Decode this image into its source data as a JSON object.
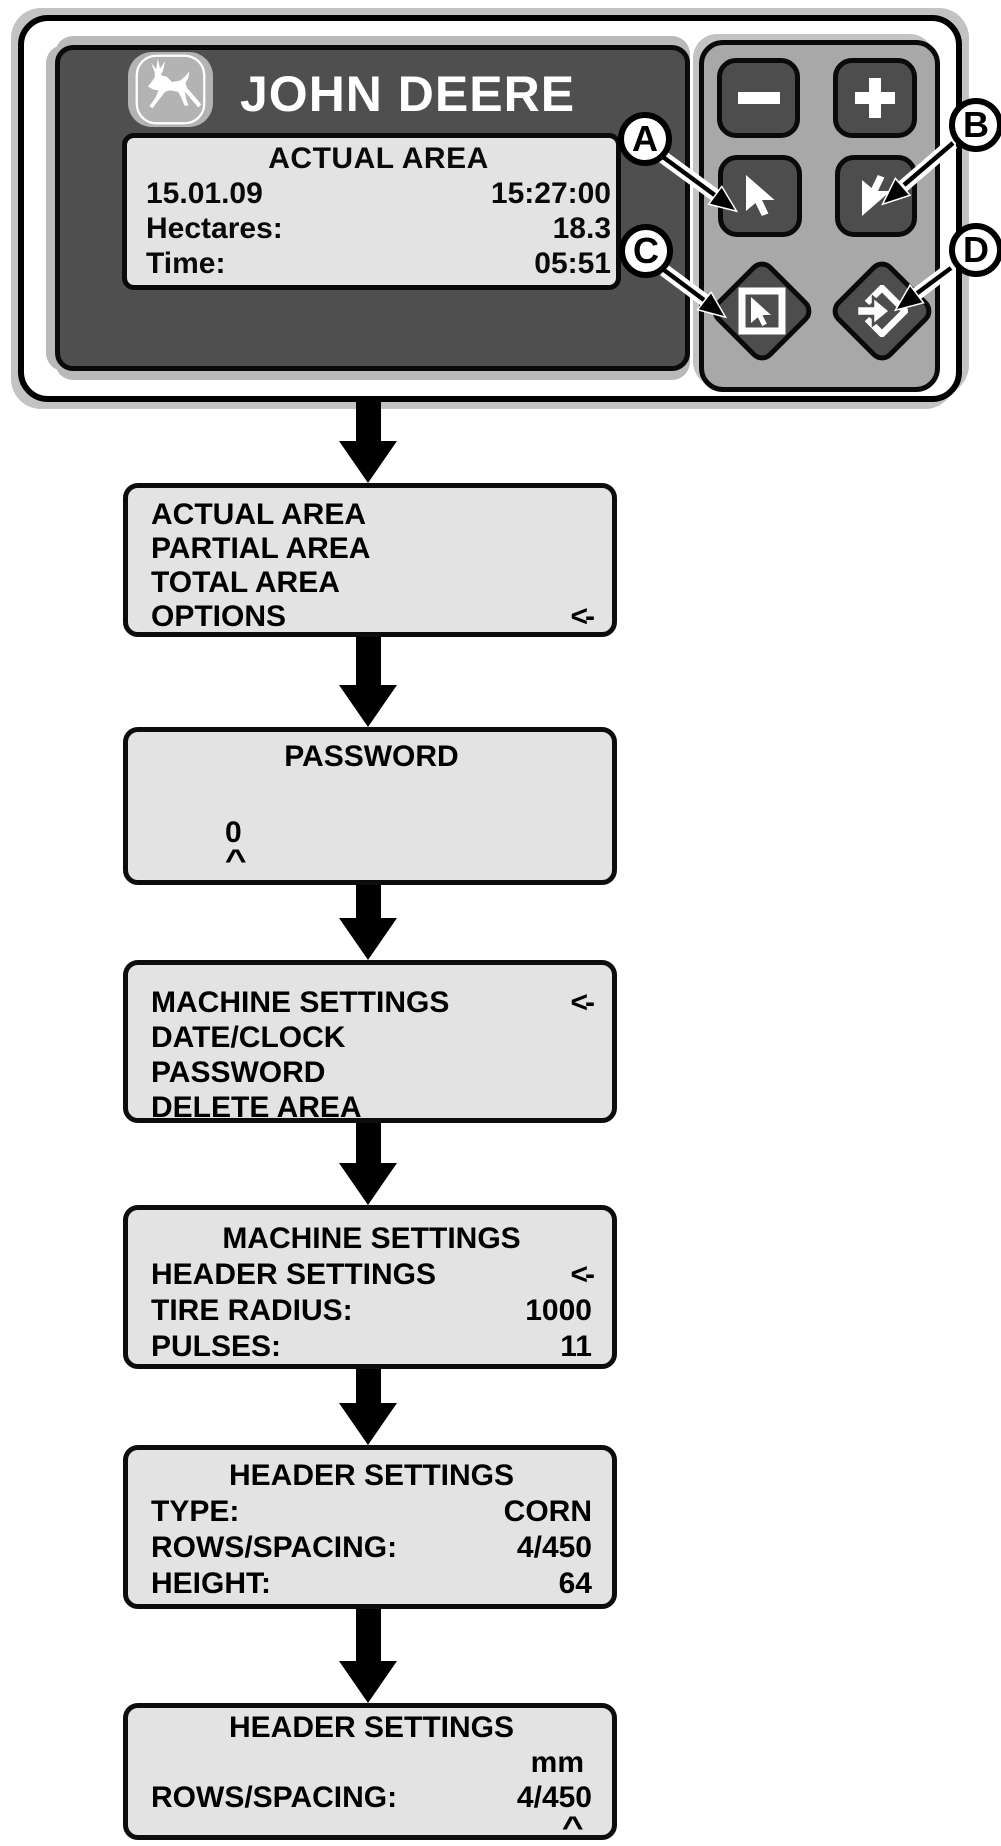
{
  "device": {
    "brand": "JOHN DEERE",
    "logo_icon": "john-deere-leaping-deer",
    "lcd": {
      "title": "ACTUAL AREA",
      "rows": [
        {
          "left": "15.01.09",
          "right": "15:27:00"
        },
        {
          "left": "Hectares:",
          "right": "18.3"
        },
        {
          "left": "Time:",
          "right": "05:51"
        }
      ]
    },
    "keys": {
      "minus_icon": "minus",
      "plus_icon": "plus",
      "up_icon": "cursor-arrow-up-left",
      "down_icon": "cursor-arrow-down-left",
      "select_icon": "cursor-in-box",
      "enter_icon": "arrow-into-box"
    },
    "callouts": {
      "a": "A",
      "b": "B",
      "c": "C",
      "d": "D"
    }
  },
  "colors": {
    "panel_dark": "#4f4f4f",
    "panel_light": "#a8a8a8",
    "lcd_bg": "#e3e3e3",
    "bezel": "#ffffff",
    "text": "#000000",
    "glyph": "#ffffff"
  },
  "screens": {
    "menu": {
      "lines": [
        {
          "left": "ACTUAL AREA",
          "right": ""
        },
        {
          "left": "PARTIAL AREA",
          "right": ""
        },
        {
          "left": "TOTAL AREA",
          "right": ""
        },
        {
          "left": "OPTIONS",
          "right": "<-"
        }
      ]
    },
    "password": {
      "title": "PASSWORD",
      "value": "0",
      "cursor": "^"
    },
    "options": {
      "lines": [
        {
          "left": "MACHINE SETTINGS",
          "right": "<-"
        },
        {
          "left": "DATE/CLOCK",
          "right": ""
        },
        {
          "left": "PASSWORD",
          "right": ""
        },
        {
          "left": "DELETE AREA",
          "right": ""
        }
      ]
    },
    "machine_settings": {
      "title": "MACHINE SETTINGS",
      "lines": [
        {
          "left": "HEADER SETTINGS",
          "right": "<-"
        },
        {
          "left": "TIRE RADIUS:",
          "right": "1000"
        },
        {
          "left": "PULSES:",
          "right": "11"
        }
      ]
    },
    "header_settings": {
      "title": "HEADER SETTINGS",
      "lines": [
        {
          "left": "TYPE:",
          "right": "CORN"
        },
        {
          "left": "ROWS/SPACING:",
          "right": "4/450"
        },
        {
          "left": "HEIGHT:",
          "right": "64"
        }
      ]
    },
    "header_settings_unit": {
      "title": "HEADER SETTINGS",
      "unit": "mm",
      "lines": [
        {
          "left": "ROWS/SPACING:",
          "right": "4/450"
        }
      ],
      "cursor": "^"
    }
  }
}
